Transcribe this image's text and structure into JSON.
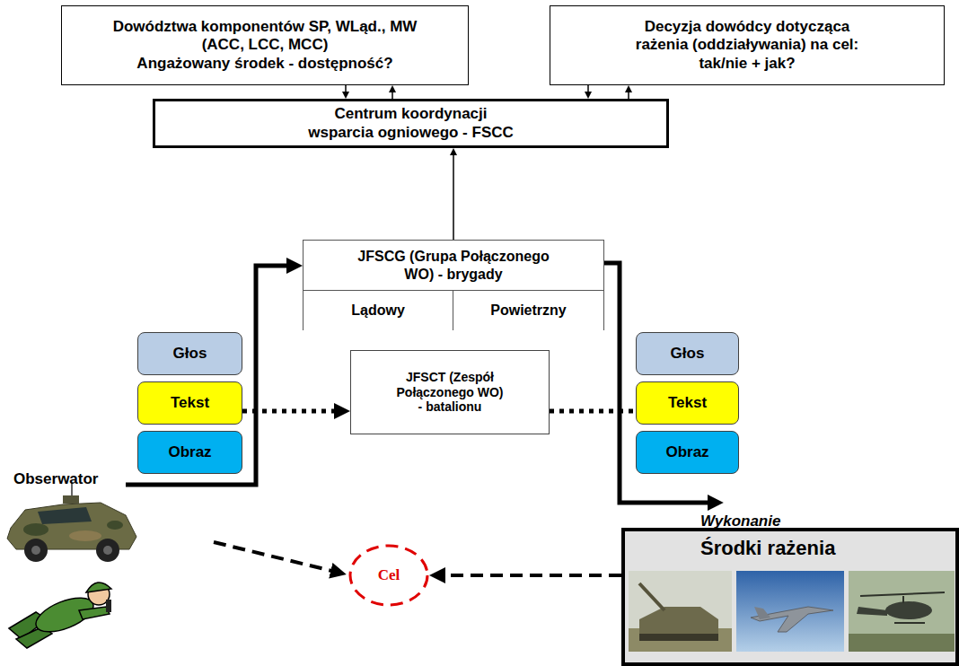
{
  "diagram": {
    "nodes": [
      {
        "text": [
          "Dowództwa komponentów SP, WLąd., MW (ACC, LCC, MCC)",
          "Angażowany środek - dostępność?"
        ]
      },
      {
        "text": [
          "Decyzja dowódcy dotycząca rażenia (oddziaływania) na cel: tak/nie + jak?"
        ]
      },
      {
        "text": [
          "Centrum koordynacji wsparcia ogniowego - FSCC"
        ]
      },
      {
        "text": [
          "JFSCG (Grupa Połączonego WO) - brygady"
        ]
      },
      {
        "text": [
          "Lądowy"
        ],
        "in": 3
      },
      {
        "text": [
          "Powietrzny"
        ],
        "in": 3
      },
      {
        "text": [
          "Głos"
        ]
      },
      {
        "text": [
          "Tekst"
        ]
      },
      {
        "text": [
          "Obraz"
        ]
      },
      {
        "text": [
          "JFSCT (Zespół Połączonego WO) - batalionu"
        ]
      },
      {
        "text": [
          "Głos"
        ]
      },
      {
        "text": [
          "Tekst"
        ]
      },
      {
        "text": [
          "Obraz"
        ]
      },
      {
        "text": [
          "Cel"
        ]
      },
      {
        "text": [
          "Środki rażenia"
        ]
      }
    ],
    "edges": [
      {
        "from": 0,
        "to": 2,
        "arrow": "to"
      },
      {
        "from": 2,
        "to": 0,
        "arrow": "to"
      },
      {
        "from": 1,
        "to": 2,
        "arrow": "to"
      },
      {
        "from": 2,
        "to": 1,
        "arrow": "to"
      },
      {
        "from": 3,
        "to": 2,
        "arrow": "to"
      },
      {
        "from": 7,
        "to": 9,
        "arrow": "to"
      },
      {
        "from": 9,
        "to": 11,
        "arrow": "none"
      },
      {
        "from": 14,
        "to": 13,
        "arrow": "to"
      }
    ],
    "labels": [
      "Obserwator",
      "Wykonanie"
    ]
  }
}
